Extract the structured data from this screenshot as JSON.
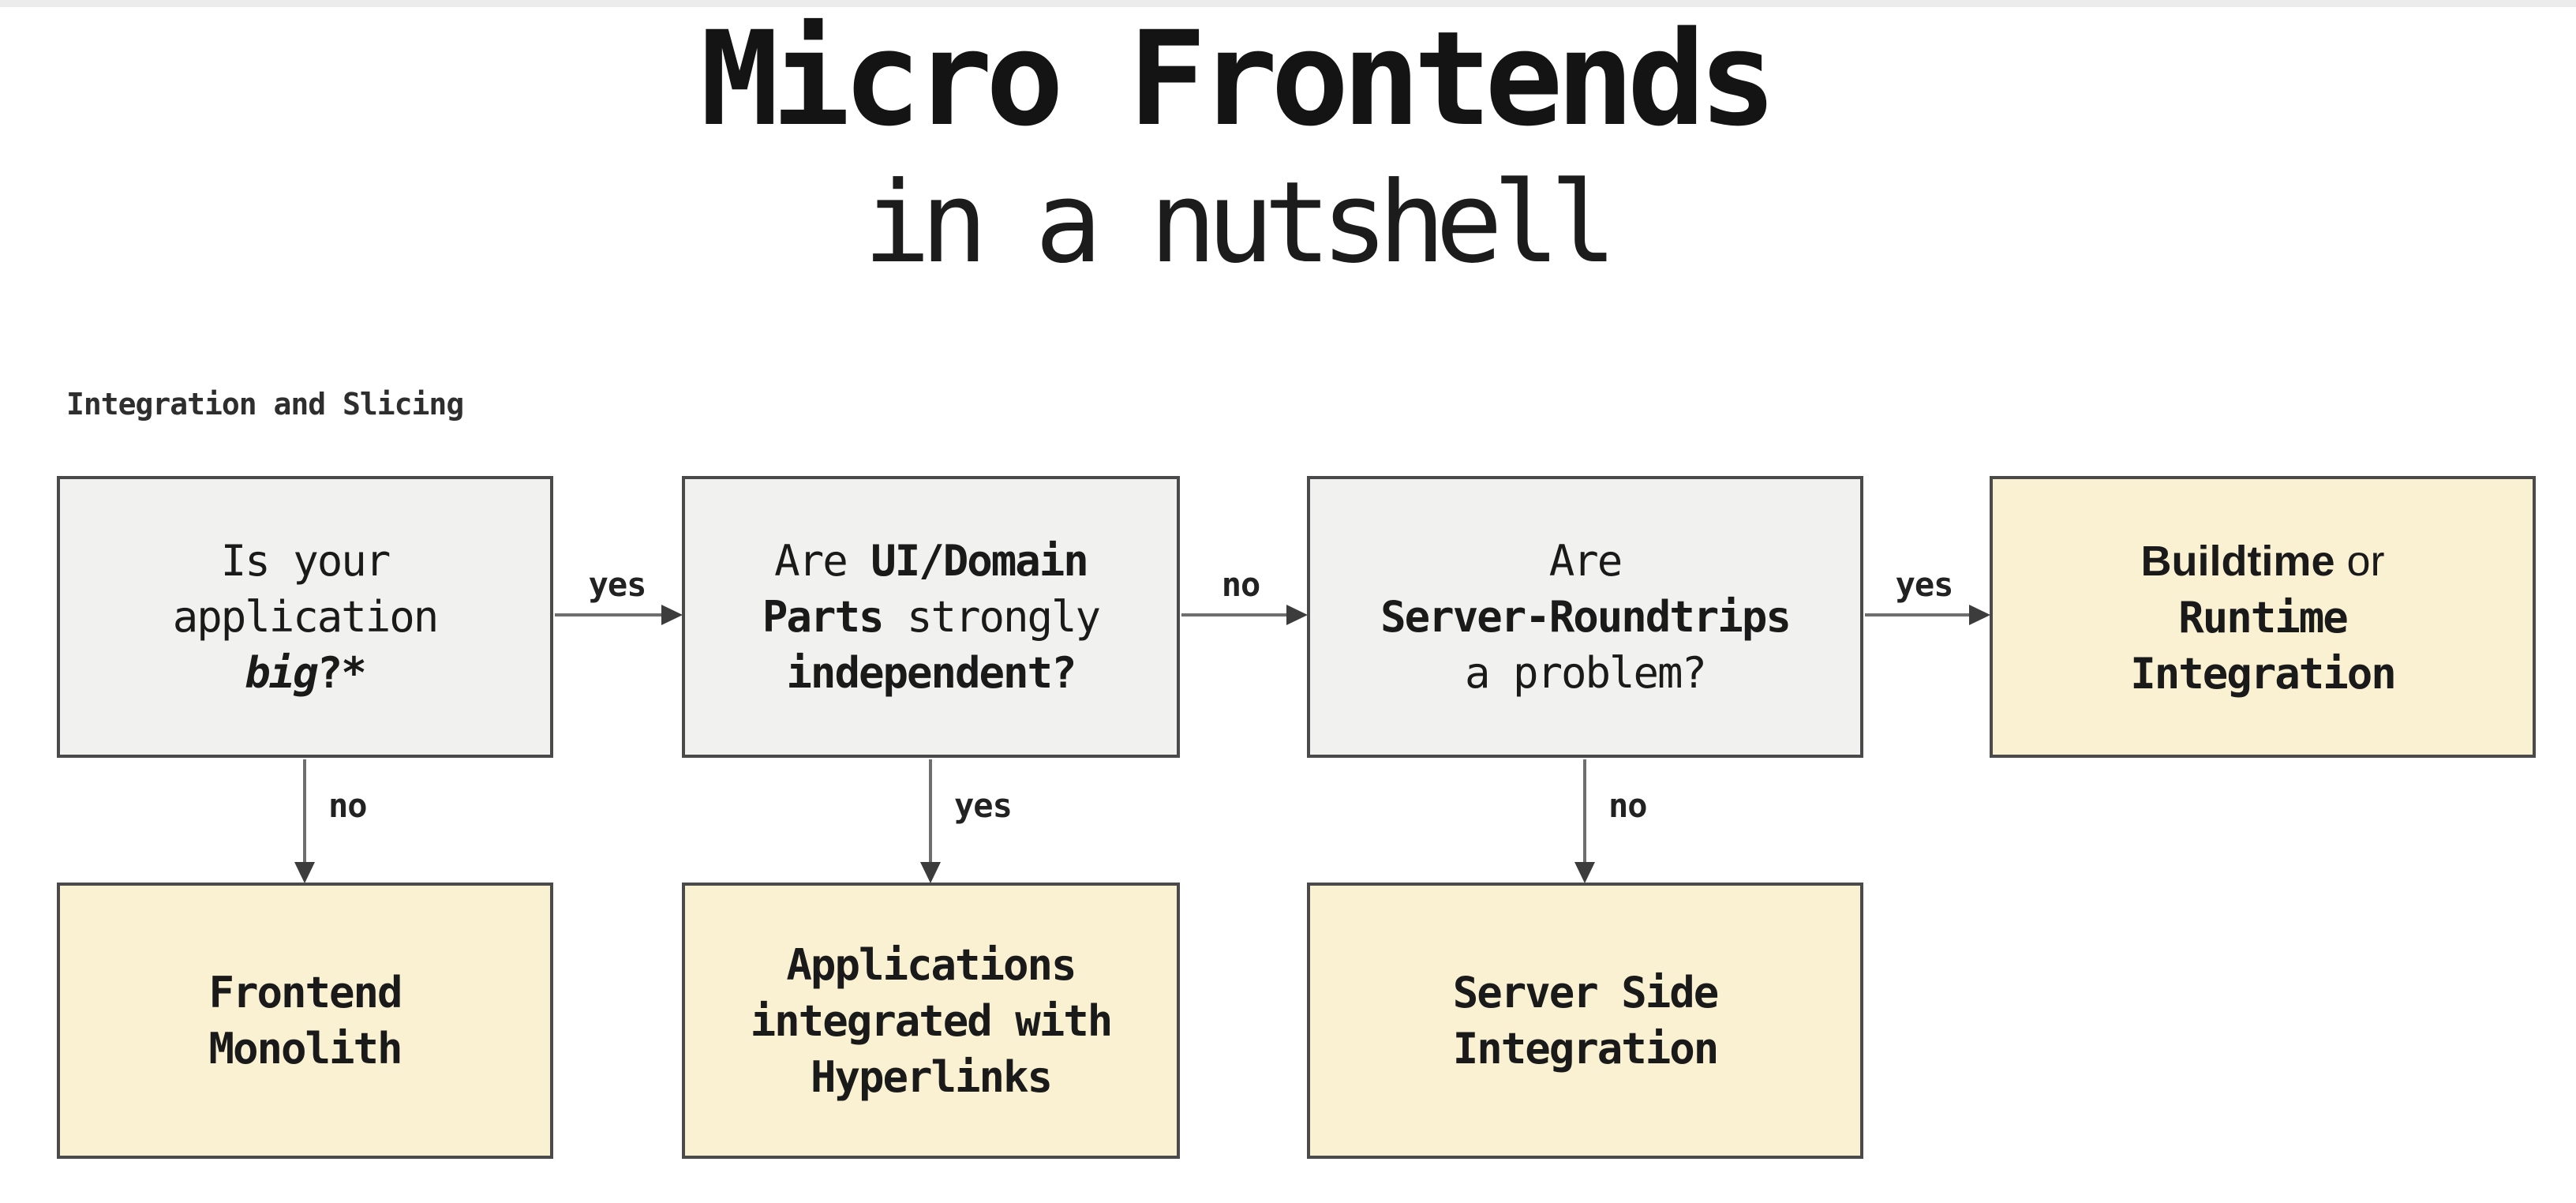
{
  "title": {
    "line1": "Micro Frontends",
    "line2": "in a nutshell"
  },
  "diagram": {
    "section_label": "Integration and Slicing",
    "questions": [
      {
        "id": "is-your-application-big",
        "lines": [
          [
            "Is your"
          ],
          [
            "application"
          ],
          [
            "big",
            "?*"
          ]
        ]
      },
      {
        "id": "ui-domain-parts-independent",
        "lines": [
          [
            "Are ",
            "UI/Domain"
          ],
          [
            "Parts",
            " strongly"
          ],
          [
            "independent?"
          ]
        ]
      },
      {
        "id": "server-roundtrips-problem",
        "lines": [
          [
            "Are"
          ],
          [
            "Server-Roundtrips"
          ],
          [
            "a problem?"
          ]
        ]
      }
    ],
    "results": [
      {
        "id": "buildtime-or-runtime-integration",
        "lines": [
          [
            "Buildtime",
            " or"
          ],
          [
            "Runtime"
          ],
          [
            "Integration"
          ]
        ]
      },
      {
        "id": "frontend-monolith",
        "lines": [
          [
            "Frontend"
          ],
          [
            "Monolith"
          ]
        ]
      },
      {
        "id": "applications-integrated-with-hyperlinks",
        "lines": [
          [
            "Applications"
          ],
          [
            "integrated with"
          ],
          [
            "Hyperlinks"
          ]
        ]
      },
      {
        "id": "server-side-integration",
        "lines": [
          [
            "Server Side"
          ],
          [
            "Integration"
          ]
        ]
      }
    ],
    "edges": [
      {
        "from": "is-your-application-big",
        "to": "ui-domain-parts-independent",
        "label": "yes"
      },
      {
        "from": "ui-domain-parts-independent",
        "to": "server-roundtrips-problem",
        "label": "no"
      },
      {
        "from": "server-roundtrips-problem",
        "to": "buildtime-or-runtime-integration",
        "label": "yes"
      },
      {
        "from": "is-your-application-big",
        "to": "frontend-monolith",
        "label": "no"
      },
      {
        "from": "ui-domain-parts-independent",
        "to": "applications-integrated-with-hyperlinks",
        "label": "yes"
      },
      {
        "from": "server-roundtrips-problem",
        "to": "server-side-integration",
        "label": "no"
      }
    ]
  },
  "colors": {
    "question_fill": "#f1f1ef",
    "result_fill": "#faf1d2",
    "border": "#4a4a4a",
    "arrow_line": "#6e6e6e",
    "arrow_head": "#3c3c3c",
    "text": "#1a1a1a",
    "top_strip": "#ececec"
  }
}
